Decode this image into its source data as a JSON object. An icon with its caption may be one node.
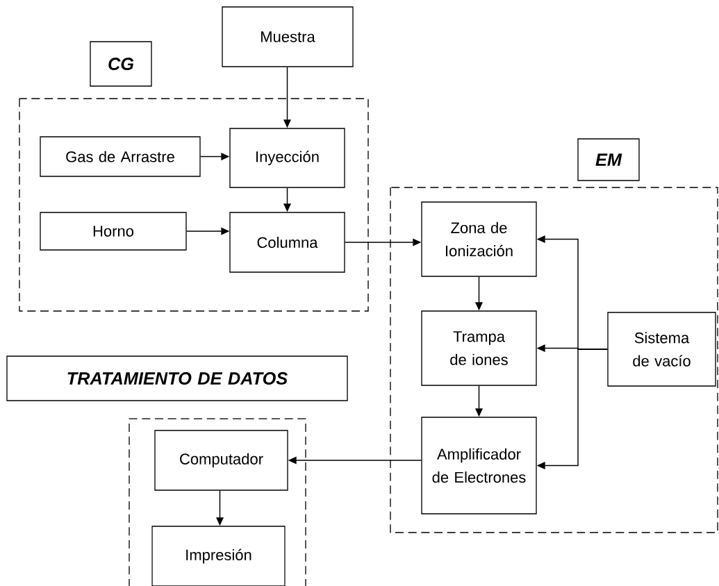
{
  "diagram": {
    "nodes": [
      {
        "text": [
          "Muestra"
        ]
      },
      {
        "text": [
          "CG"
        ]
      },
      {
        "text": [],
        "shape": "box"
      },
      {
        "text": [
          "Gas de Arrastre"
        ],
        "in": 2
      },
      {
        "text": [
          "Inyección"
        ],
        "in": 2
      },
      {
        "text": [
          "Horno"
        ],
        "in": 2
      },
      {
        "text": [
          "Columna"
        ],
        "in": 2
      },
      {
        "text": [
          "EM"
        ]
      },
      {
        "text": [],
        "shape": "box"
      },
      {
        "text": [
          "Zona de Ionización"
        ],
        "in": 8
      },
      {
        "text": [
          "Trampa de iones"
        ],
        "in": 8
      },
      {
        "text": [
          "Sistema de vacío"
        ],
        "in": 8
      },
      {
        "text": [
          "Amplificador de Electrones"
        ],
        "in": 8
      },
      {
        "text": [
          "TRATAMIENTO DE DATOS"
        ]
      },
      {
        "text": [],
        "shape": "box"
      },
      {
        "text": [
          "Computador"
        ],
        "in": 14
      },
      {
        "text": [
          "Impresión"
        ],
        "in": 14
      }
    ],
    "edges": [
      {
        "from": 0,
        "to": 4,
        "arrow": "to"
      },
      {
        "from": 3,
        "to": 4,
        "arrow": "to"
      },
      {
        "from": 4,
        "to": 6,
        "arrow": "to"
      },
      {
        "from": 5,
        "to": 6,
        "arrow": "to"
      },
      {
        "from": 6,
        "to": 9,
        "arrow": "to"
      },
      {
        "from": 9,
        "to": 10,
        "arrow": "to"
      },
      {
        "from": 10,
        "to": 12,
        "arrow": "to"
      },
      {
        "from": 11,
        "to": 9,
        "arrow": "to"
      },
      {
        "from": 11,
        "to": 10,
        "arrow": "to"
      },
      {
        "from": 11,
        "to": 12,
        "arrow": "to"
      },
      {
        "from": 12,
        "to": 15,
        "arrow": "to"
      },
      {
        "from": 15,
        "to": 16,
        "arrow": "to"
      }
    ]
  }
}
